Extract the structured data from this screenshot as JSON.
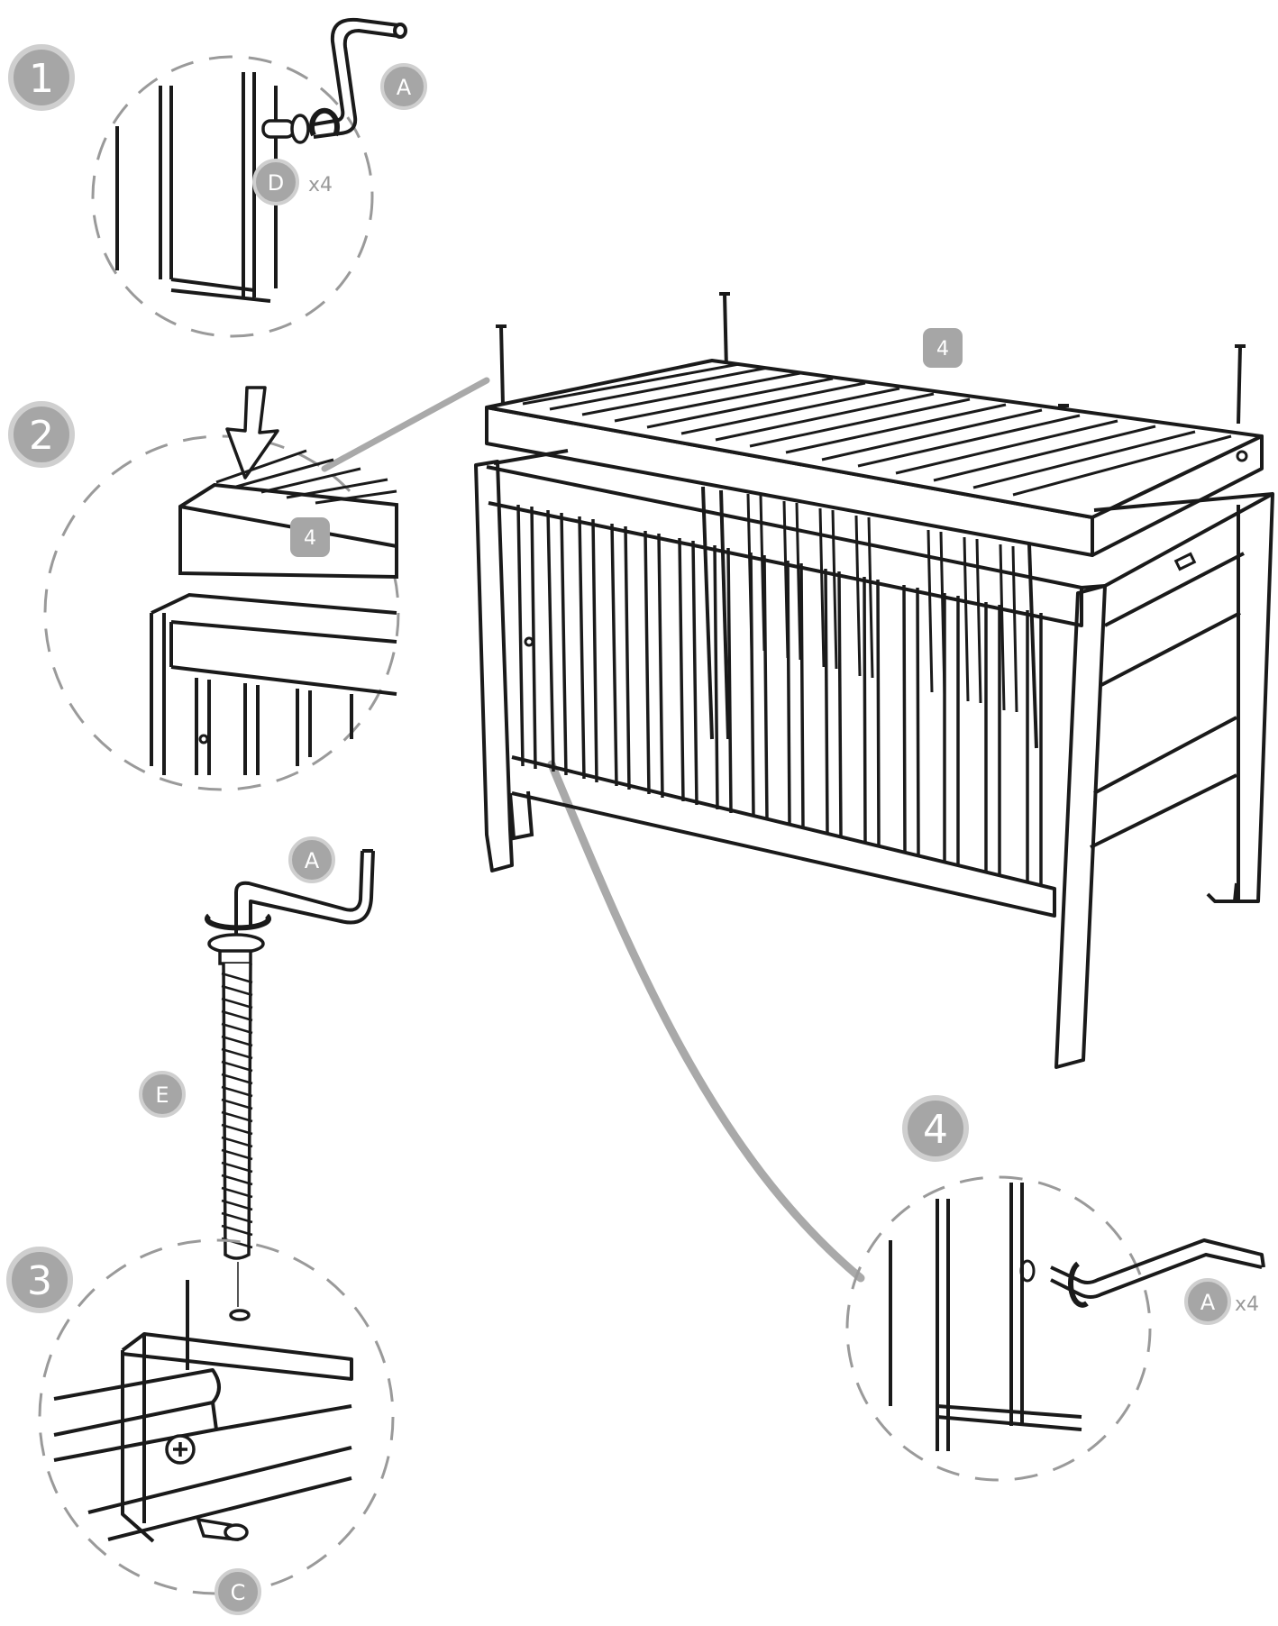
{
  "steps": {
    "step1": "1",
    "step2": "2",
    "step3": "3",
    "step4": "4"
  },
  "parts": {
    "a": "A",
    "c": "C",
    "d": "D",
    "e": "E"
  },
  "quantities": {
    "d_qty": "x4",
    "a_qty": "x4"
  },
  "component_tags": {
    "slat_base_main": "4",
    "slat_base_detail": "4"
  },
  "colors": {
    "ink": "#1a1a1a",
    "badge_fill": "#a6a6a6",
    "badge_ring": "#cfcfcf",
    "badge_text": "#ffffff",
    "leader": "#a9a9a9",
    "dash": "#9a9a9a",
    "qty_text": "#9a9a9a"
  },
  "icons": [
    "allen-key-icon",
    "rotate-arrow-icon",
    "down-arrow-icon",
    "bolt-icon",
    "washer-icon",
    "cam-nut-icon"
  ]
}
